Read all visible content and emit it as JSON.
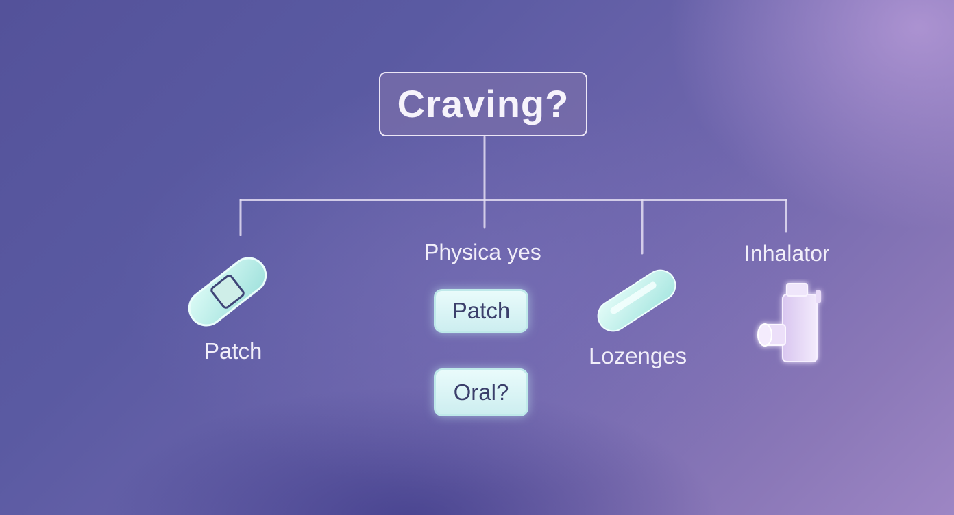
{
  "diagram": {
    "root": {
      "label": "Craving?"
    },
    "branches": {
      "patch_label": "Patch",
      "physical_label": "Physica yes",
      "patch_button_label": "Patch",
      "oral_button_label": "Oral?",
      "lozenges_label": "Lozenges",
      "inhalator_label": "Inhalator"
    },
    "icons": {
      "patch": "bandage-patch-icon",
      "lozenges": "lozenge-icon",
      "inhalator": "inhaler-icon"
    }
  },
  "colors": {
    "connector": "#e4def3",
    "root_box_fill": "#786eaa",
    "pill_fill": "#d9f4f5",
    "icon_mint": "#b9efe9",
    "inhaler_glow": "#e6c8ff"
  }
}
